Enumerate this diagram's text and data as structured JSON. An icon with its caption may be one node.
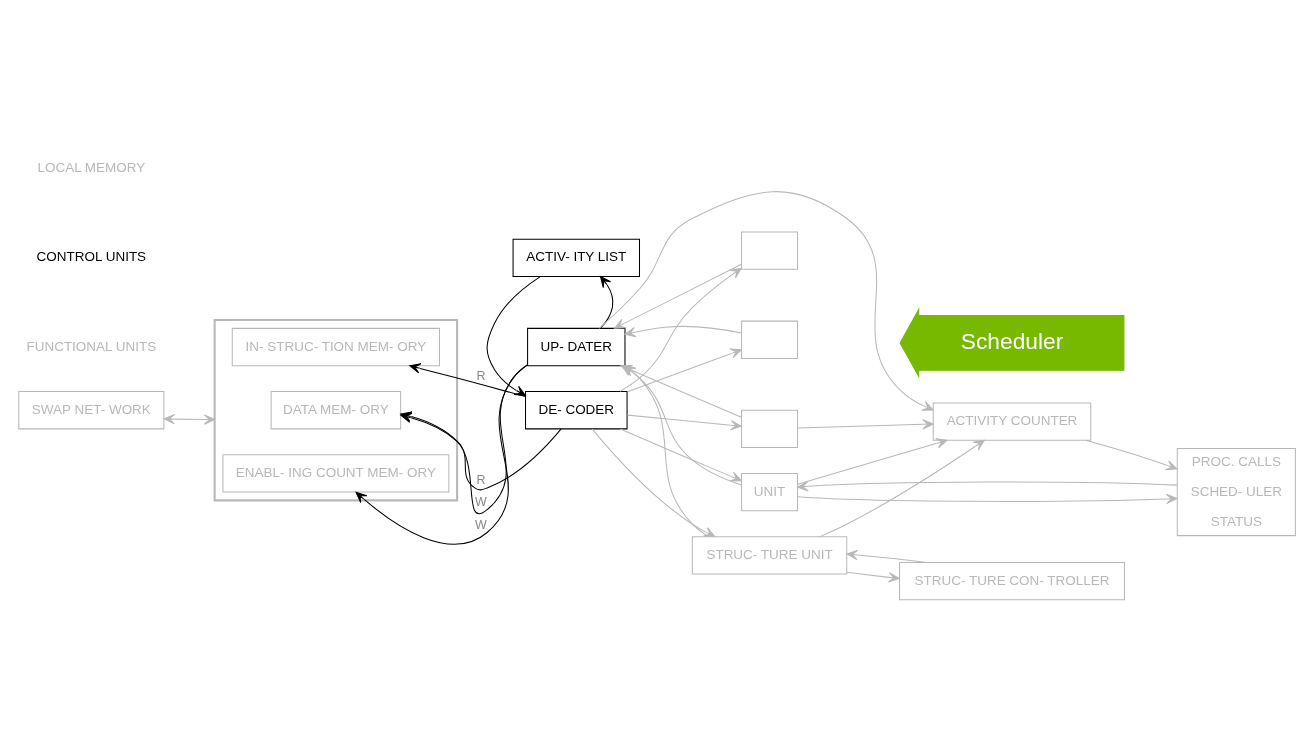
{
  "diagram": {
    "nodes": [
      {
        "text": [
          "SWAP NET- WORK"
        ]
      },
      {
        "text": [],
        "shape": "box"
      },
      {
        "text": [
          "IN- STRUC- TION MEM- ORY"
        ],
        "in": 1
      },
      {
        "text": [
          "DATA MEM- ORY"
        ],
        "in": 1
      },
      {
        "text": [
          "ENABL- ING COUNT MEM- ORY"
        ],
        "in": 1
      },
      {
        "text": [
          "DE- CODER"
        ]
      },
      {
        "text": [
          "ACTIV- ITY LIST"
        ]
      },
      {
        "text": [
          "UP- DATER"
        ]
      },
      {
        "text": [],
        "shape": "box"
      },
      {
        "text": [],
        "shape": "box"
      },
      {
        "text": [],
        "shape": "box"
      },
      {
        "text": [
          "STRUC- TURE UNIT"
        ]
      },
      {
        "text": [
          "UNIT"
        ]
      },
      {
        "text": [
          "ACTIVITY COUNTER"
        ]
      },
      {
        "text": [
          "STRUC- TURE CON- TROLLER"
        ]
      },
      {
        "text": [
          "PROC. CALLS",
          "SCHED- ULER",
          "STATUS"
        ]
      },
      {
        "text": [
          "Scheduler"
        ]
      }
    ],
    "edges": [
      {
        "from": 0,
        "to": 1,
        "arrow": "both"
      },
      {
        "from": 5,
        "to": 2,
        "arrow": "to",
        "label": "R",
        "color": "#000000"
      },
      {
        "from": 5,
        "to": 3,
        "arrow": "to",
        "label": "R",
        "color": "#000000"
      },
      {
        "from": 7,
        "to": 3,
        "arrow": "to",
        "label": "W",
        "color": "#000000"
      },
      {
        "from": 7,
        "to": 4,
        "arrow": "to",
        "label": "W",
        "color": "#000000"
      },
      {
        "from": 6,
        "to": 5,
        "arrow": "to",
        "color": "#000000"
      },
      {
        "from": 7,
        "to": 6,
        "arrow": "to",
        "color": "#000000"
      },
      {
        "from": 5,
        "to": 12,
        "arrow": "to"
      },
      {
        "from": 5,
        "to": 11,
        "arrow": "to"
      },
      {
        "from": 5,
        "to": 10,
        "arrow": "to"
      },
      {
        "from": 5,
        "to": 9,
        "arrow": "to"
      },
      {
        "from": 5,
        "to": 8,
        "arrow": "to"
      },
      {
        "from": 8,
        "to": 7,
        "arrow": "to"
      },
      {
        "from": 9,
        "to": 7,
        "arrow": "to"
      },
      {
        "from": 10,
        "to": 7,
        "arrow": "to"
      },
      {
        "from": 11,
        "to": 7,
        "arrow": "to"
      },
      {
        "from": 12,
        "to": 7,
        "arrow": "to"
      },
      {
        "from": 10,
        "to": 13,
        "arrow": "to"
      },
      {
        "from": 11,
        "to": 13,
        "arrow": "to"
      },
      {
        "from": 12,
        "to": 13,
        "arrow": "to"
      },
      {
        "from": 7,
        "to": 13,
        "arrow": "to"
      },
      {
        "from": 13,
        "to": 15,
        "arrow": "to"
      },
      {
        "from": 11,
        "to": 14,
        "arrow": "to"
      },
      {
        "from": 14,
        "to": 11,
        "arrow": "to"
      },
      {
        "from": 12,
        "to": 15,
        "arrow": "to"
      },
      {
        "from": 15,
        "to": 12,
        "arrow": "to"
      }
    ],
    "labels": [
      "LOCAL MEMORY",
      "CONTROL UNITS",
      "FUNCTIONAL UNITS"
    ]
  }
}
